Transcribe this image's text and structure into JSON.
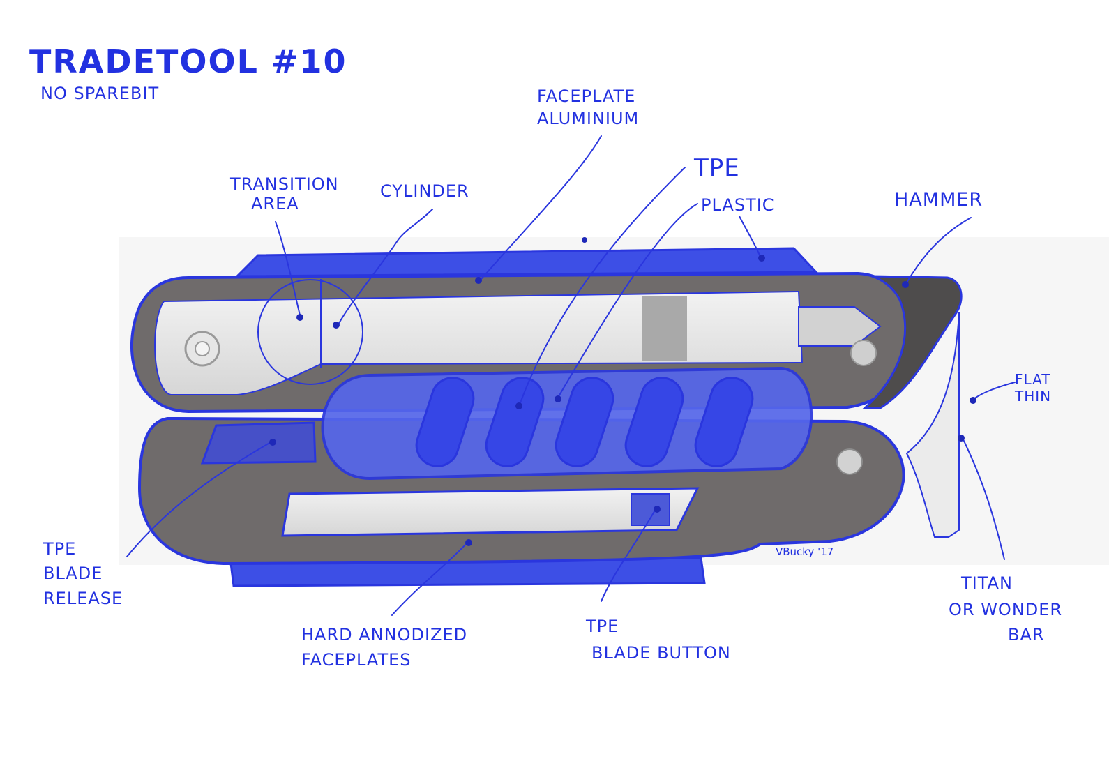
{
  "title": "TRADETOOL #10",
  "subtitle": "NO SPAREBIT",
  "signature": "VBucky '17",
  "labels": {
    "transition_area": [
      "TRANSITION",
      "AREA"
    ],
    "cylinder": "CYLINDER",
    "faceplate_aluminium": [
      "FACEPLATE",
      "ALUMINIUM"
    ],
    "tpe": "TPE",
    "plastic": "PLASTIC",
    "hammer": "HAMMER",
    "flat_thin": [
      "FLAT",
      "THIN"
    ],
    "titan_bar": [
      "TITAN",
      "OR WONDER",
      "BAR"
    ],
    "tpe_blade_release": [
      "TPE",
      "BLADE",
      "RELEASE"
    ],
    "hard_anodized": [
      "HARD ANNODIZED",
      "FACEPLATES"
    ],
    "tpe_blade_button": [
      "TPE",
      "BLADE BUTTON"
    ]
  },
  "colors": {
    "ink": "#2231e0",
    "accent_blue": "#3d4fe6",
    "grip_blue": "#5566ea",
    "handle_grey": "#6f6b6b",
    "hammer_dark": "#4e4c4c",
    "metal_light": "#e6e6e6"
  }
}
